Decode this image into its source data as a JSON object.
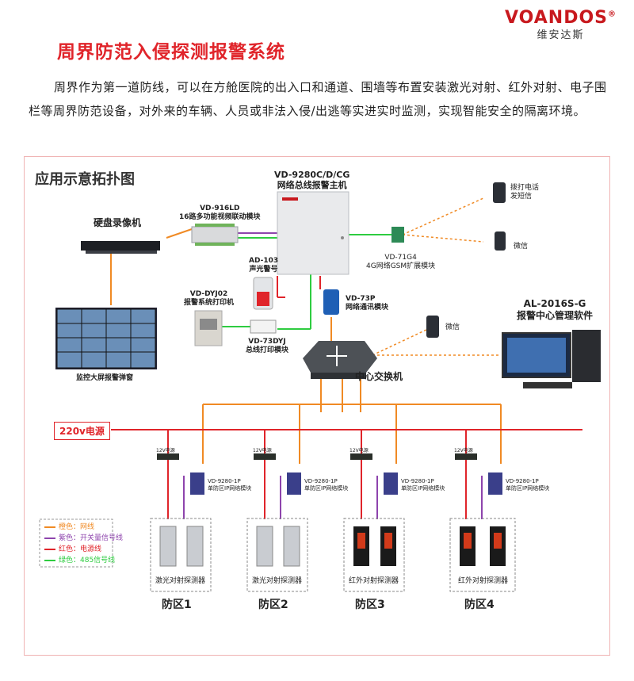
{
  "brand": {
    "name": "VOANDOS",
    "reg": "®",
    "sub": "维安达斯"
  },
  "title": "周界防范入侵探测报警系统",
  "intro": "周界作为第一道防线，可以在方舱医院的出入口和通道、围墙等布置安装激光对射、红外对射、电子围栏等周界防范设备，对外来的车辆、人员或非法入侵/出逃等实进实时监测，实现智能安全的隔离环境。",
  "topology": {
    "title": "应用示意拓扑图",
    "host": {
      "model": "VD-9280C/D/CG",
      "name": "网络总线报警主机"
    },
    "video_module": {
      "model": "VD-916LD",
      "name": "16路多功能视频联动模块"
    },
    "dvr": {
      "name": "硬盘录像机"
    },
    "siren": {
      "model": "AD-103",
      "name": "声光警号"
    },
    "gsm": {
      "model": "VD-71G4",
      "name": "4G网络GSM扩展模块"
    },
    "phone_call": {
      "line1": "拨打电话",
      "line2": "发短信"
    },
    "wechat1": "微信",
    "wechat2": "微信",
    "printer": {
      "model": "VD-DYJ02",
      "name": "报警系统打印机"
    },
    "print_module": {
      "model": "VD-73DYJ",
      "name": "总线打印模块"
    },
    "comm_module": {
      "model": "VD-73P",
      "name": "网络通讯模块"
    },
    "video_wall": {
      "name": "监控大屏报警弹窗"
    },
    "center_sw": {
      "model": "AL-2016S-G",
      "name": "报警中心管理软件"
    },
    "switch": {
      "name": "中心交换机"
    },
    "power": "220v电源",
    "legend": [
      {
        "text": "橙色：网线",
        "color": "#f08a24"
      },
      {
        "text": "紫色：开关量信号线",
        "color": "#8e44ad"
      },
      {
        "text": "红色：电源线",
        "color": "#e0242a"
      },
      {
        "text": "绿色：485信号线",
        "color": "#2ecc40"
      }
    ],
    "zones": [
      {
        "psu": "12V电源",
        "module_model": "VD-9280-1P",
        "module_name": "单防区IP网络模块",
        "detector": "激光对射探测器",
        "zone": "防区1"
      },
      {
        "psu": "12V电源",
        "module_model": "VD-9280-1P",
        "module_name": "单防区IP网络模块",
        "detector": "激光对射探测器",
        "zone": "防区2"
      },
      {
        "psu": "12V电源",
        "module_model": "VD-9280-1P",
        "module_name": "单防区IP网络模块",
        "detector": "红外对射探测器",
        "zone": "防区3"
      },
      {
        "psu": "12V电源",
        "module_model": "VD-9280-1P",
        "module_name": "单防区IP网络模块",
        "detector": "红外对射探测器",
        "zone": "防区4"
      }
    ]
  }
}
